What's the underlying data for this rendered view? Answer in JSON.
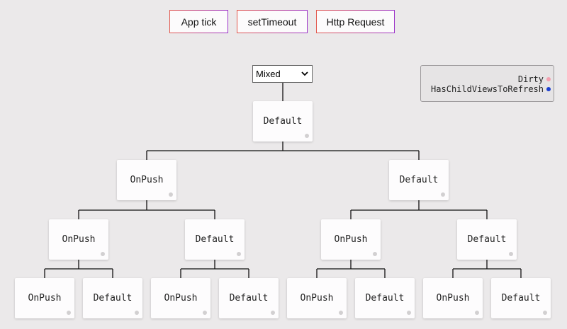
{
  "toolbar": {
    "app_tick": "App tick",
    "set_timeout": "setTimeout",
    "http_request": "Http Request"
  },
  "strategy_select": {
    "selected": "Mixed"
  },
  "legend": {
    "dirty": "Dirty",
    "dirty_color": "#f4a0b0",
    "has_child": "HasChildViewsToRefresh",
    "has_child_color": "#1c3fd0"
  },
  "tree": {
    "root": "Default",
    "l1": [
      "OnPush",
      "Default"
    ],
    "l2": [
      "OnPush",
      "Default",
      "OnPush",
      "Default"
    ],
    "l3": [
      "OnPush",
      "Default",
      "OnPush",
      "Default",
      "OnPush",
      "Default",
      "OnPush",
      "Default"
    ]
  }
}
